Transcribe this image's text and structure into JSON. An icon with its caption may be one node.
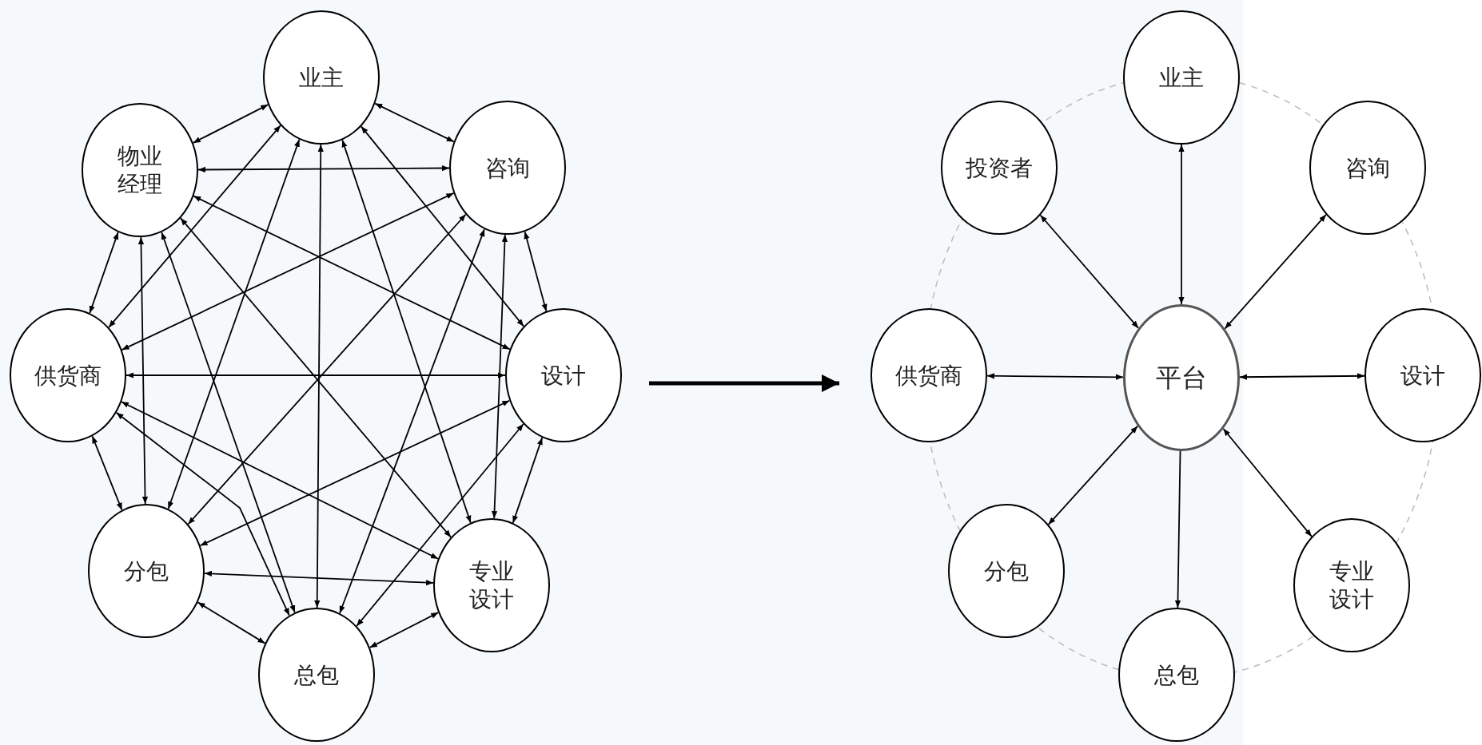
{
  "diagram": {
    "nodes": [
      {
        "text": [
          "业主"
        ]
      },
      {
        "text": [
          "物业经理"
        ]
      },
      {
        "text": [
          "咨询"
        ]
      },
      {
        "text": [
          "供货商"
        ]
      },
      {
        "text": [
          "设计"
        ]
      },
      {
        "text": [
          "分包"
        ]
      },
      {
        "text": [
          "专业设计"
        ]
      },
      {
        "text": [
          "总包"
        ]
      },
      {
        "text": [
          "业主"
        ]
      },
      {
        "text": [
          "投资者"
        ]
      },
      {
        "text": [
          "咨询"
        ]
      },
      {
        "text": [
          "供货商"
        ]
      },
      {
        "text": [
          "平台"
        ]
      },
      {
        "text": [
          "设计"
        ]
      },
      {
        "text": [
          "分包"
        ]
      },
      {
        "text": [
          "专业设计"
        ]
      },
      {
        "text": [
          "总包"
        ]
      }
    ],
    "edges": [
      {
        "from": 0,
        "to": 1,
        "arrow": "both"
      },
      {
        "from": 0,
        "to": 2,
        "arrow": "both"
      },
      {
        "from": 0,
        "to": 3,
        "arrow": "both"
      },
      {
        "from": 0,
        "to": 4,
        "arrow": "both"
      },
      {
        "from": 0,
        "to": 5,
        "arrow": "both"
      },
      {
        "from": 0,
        "to": 6,
        "arrow": "both"
      },
      {
        "from": 0,
        "to": 7,
        "arrow": "both"
      },
      {
        "from": 1,
        "to": 2,
        "arrow": "both"
      },
      {
        "from": 1,
        "to": 3,
        "arrow": "both"
      },
      {
        "from": 1,
        "to": 4,
        "arrow": "both"
      },
      {
        "from": 1,
        "to": 5,
        "arrow": "both"
      },
      {
        "from": 1,
        "to": 6,
        "arrow": "both"
      },
      {
        "from": 1,
        "to": 7,
        "arrow": "both"
      },
      {
        "from": 2,
        "to": 3,
        "arrow": "both"
      },
      {
        "from": 2,
        "to": 4,
        "arrow": "both"
      },
      {
        "from": 2,
        "to": 5,
        "arrow": "both"
      },
      {
        "from": 2,
        "to": 6,
        "arrow": "both"
      },
      {
        "from": 2,
        "to": 7,
        "arrow": "both"
      },
      {
        "from": 3,
        "to": 4,
        "arrow": "both"
      },
      {
        "from": 3,
        "to": 5,
        "arrow": "both"
      },
      {
        "from": 3,
        "to": 6,
        "arrow": "both"
      },
      {
        "from": 3,
        "to": 7,
        "arrow": "both"
      },
      {
        "from": 4,
        "to": 5,
        "arrow": "both"
      },
      {
        "from": 4,
        "to": 6,
        "arrow": "both"
      },
      {
        "from": 4,
        "to": 7,
        "arrow": "both"
      },
      {
        "from": 5,
        "to": 6,
        "arrow": "both"
      },
      {
        "from": 5,
        "to": 7,
        "arrow": "both"
      },
      {
        "from": 6,
        "to": 7,
        "arrow": "both"
      },
      {
        "from": 8,
        "to": 12,
        "arrow": "both"
      },
      {
        "from": 9,
        "to": 12,
        "arrow": "both"
      },
      {
        "from": 10,
        "to": 12,
        "arrow": "both"
      },
      {
        "from": 11,
        "to": 12,
        "arrow": "both"
      },
      {
        "from": 12,
        "to": 13,
        "arrow": "both"
      },
      {
        "from": 12,
        "to": 14,
        "arrow": "both"
      },
      {
        "from": 12,
        "to": 15,
        "arrow": "both"
      },
      {
        "from": 12,
        "to": 16,
        "arrow": "to"
      }
    ]
  }
}
